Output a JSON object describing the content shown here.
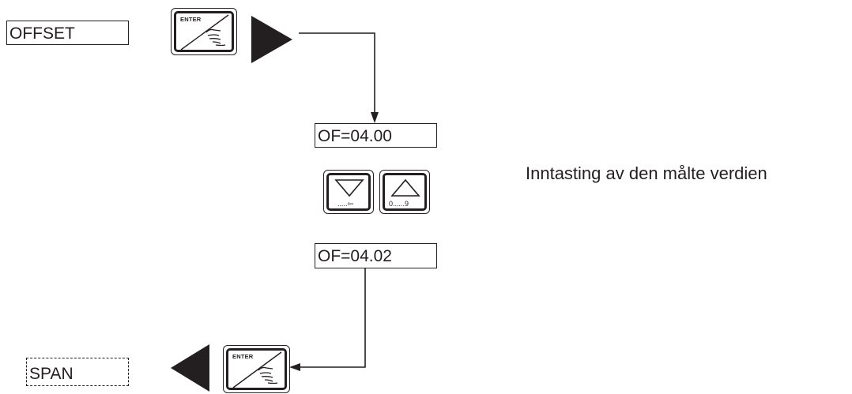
{
  "displays": {
    "offset": "OFFSET",
    "of_before": "OF=04.00",
    "of_after": "OF=04.02",
    "span": "SPAN"
  },
  "keys": {
    "enter_label": "ENTER",
    "down_label": ".....⇦",
    "up_label": "0......9"
  },
  "note": "Inntasting av den målte verdien",
  "icons": {
    "enter": "enter-key-hand-icon",
    "down": "down-triangle-icon",
    "up": "up-triangle-icon",
    "next": "right-arrow-icon",
    "back": "left-arrow-icon"
  }
}
